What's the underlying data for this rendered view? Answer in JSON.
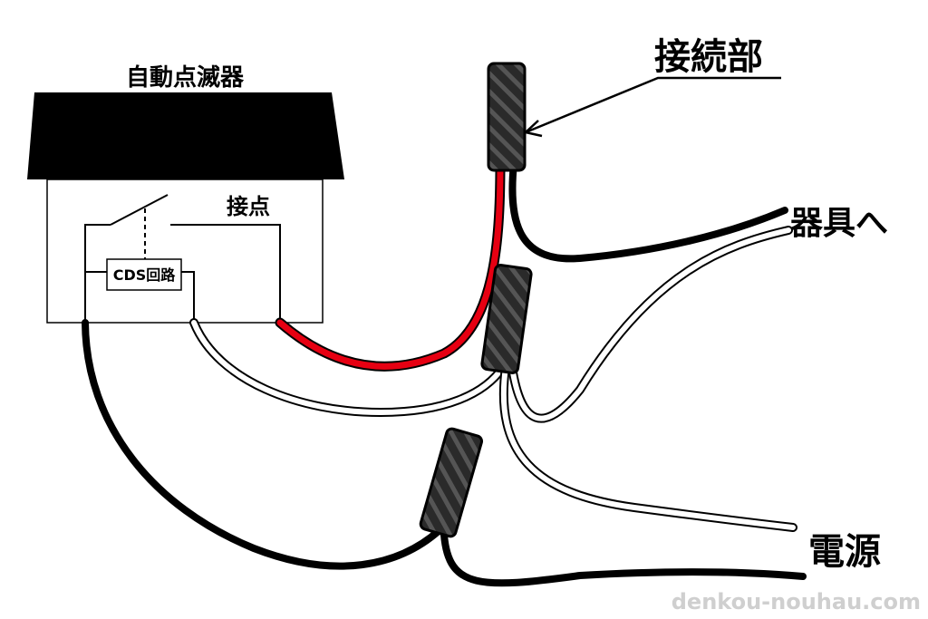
{
  "diagram": {
    "labels": {
      "device_title": "自動点滅器",
      "contact": "接点",
      "cds_circuit": "CDS回路",
      "connection": "接続部",
      "to_fixture": "器具へ",
      "power_source": "電源"
    },
    "watermark": "denkou-nouhau.com",
    "colors": {
      "roof": "#000000",
      "red_wire": "#e60012",
      "black_wire": "#000000",
      "white_wire": "#ffffff",
      "connector": "#2a2a2a",
      "watermark": "#cfcfcf"
    },
    "icons": [
      "switch-contact-icon",
      "connector-sleeve-icon",
      "arrow-icon"
    ]
  }
}
